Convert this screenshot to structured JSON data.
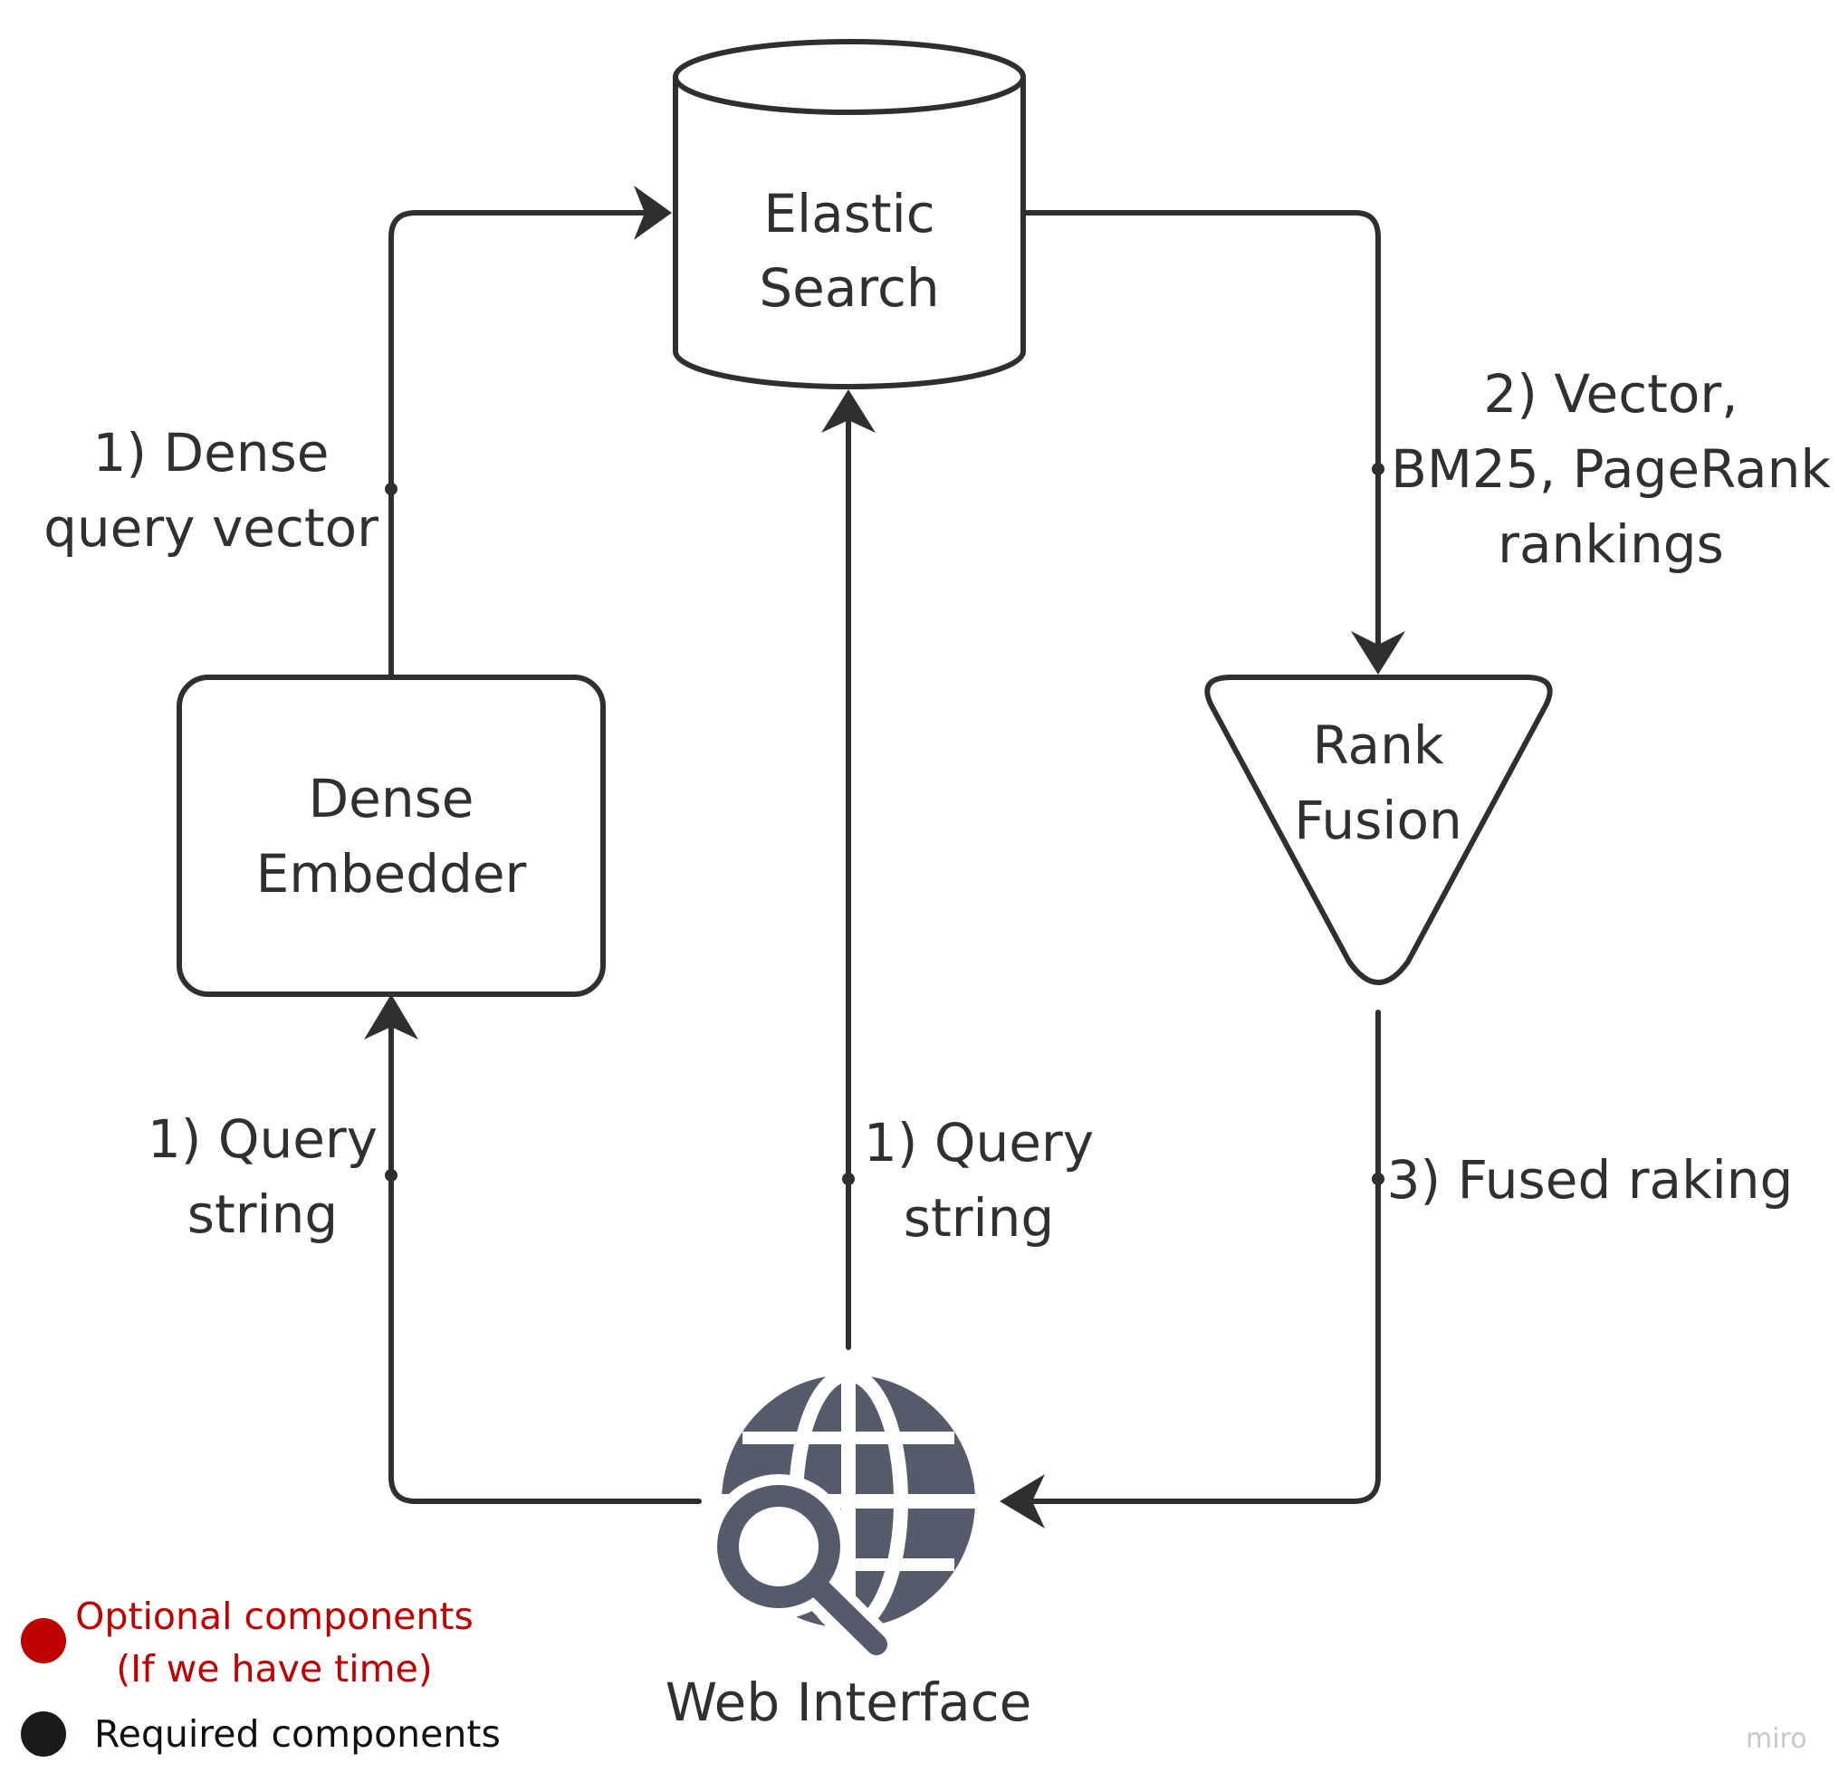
{
  "nodes": {
    "elastic_search": {
      "lines": [
        "Elastic",
        "Search"
      ]
    },
    "dense_embedder": {
      "lines": [
        "Dense",
        "Embedder"
      ]
    },
    "rank_fusion": {
      "lines": [
        "Rank",
        "Fusion"
      ]
    },
    "web_interface": {
      "label": "Web Interface"
    }
  },
  "edges": {
    "dense_to_elastic": {
      "lines": [
        "1) Dense",
        "query vector"
      ]
    },
    "elastic_to_fusion": {
      "lines": [
        "2) Vector,",
        "BM25, PageRank",
        "rankings"
      ]
    },
    "web_to_dense": {
      "lines": [
        "1) Query",
        "string"
      ]
    },
    "web_to_elastic": {
      "lines": [
        "1) Query",
        "string"
      ]
    },
    "fusion_to_web": {
      "lines": [
        "3) Fused raking"
      ]
    }
  },
  "legend": {
    "optional": {
      "lines": [
        "Optional components",
        "(If we have time)"
      ],
      "color": "#c00000"
    },
    "required": {
      "label": "Required components",
      "color": "#1a1a1a"
    }
  },
  "watermark": "miro",
  "colors": {
    "stroke": "#2f2f2f",
    "icon": "#555b6a",
    "text": "#303030"
  }
}
